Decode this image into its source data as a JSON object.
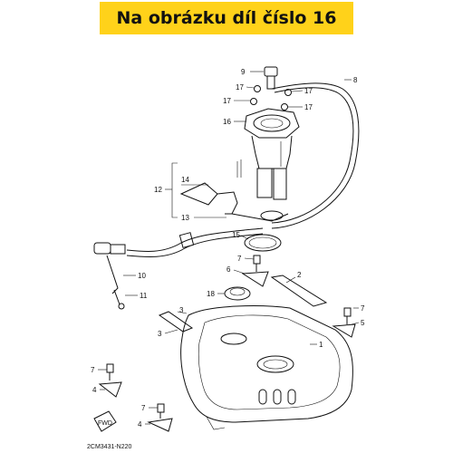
{
  "banner": {
    "text": "Na obrázku díl číslo 16",
    "color": "#ffd21a"
  },
  "diagram_code": "2CM3431-N220",
  "fwd_label": "FWD",
  "labels": [
    {
      "id": "9",
      "text": "9"
    },
    {
      "id": "8",
      "text": "8"
    },
    {
      "id": "17a",
      "text": "17"
    },
    {
      "id": "17b",
      "text": "17"
    },
    {
      "id": "17c",
      "text": "17"
    },
    {
      "id": "17d",
      "text": "17"
    },
    {
      "id": "16",
      "text": "16"
    },
    {
      "id": "12",
      "text": "12"
    },
    {
      "id": "14",
      "text": "14"
    },
    {
      "id": "13",
      "text": "13"
    },
    {
      "id": "15",
      "text": "15"
    },
    {
      "id": "10",
      "text": "10"
    },
    {
      "id": "11",
      "text": "11"
    },
    {
      "id": "7a",
      "text": "7"
    },
    {
      "id": "6",
      "text": "6"
    },
    {
      "id": "2",
      "text": "2"
    },
    {
      "id": "18",
      "text": "18"
    },
    {
      "id": "3a",
      "text": "3"
    },
    {
      "id": "3b",
      "text": "3"
    },
    {
      "id": "7b",
      "text": "7"
    },
    {
      "id": "5",
      "text": "5"
    },
    {
      "id": "1",
      "text": "1"
    },
    {
      "id": "7c",
      "text": "7"
    },
    {
      "id": "4a",
      "text": "4"
    },
    {
      "id": "7d",
      "text": "7"
    },
    {
      "id": "4b",
      "text": "4"
    }
  ]
}
